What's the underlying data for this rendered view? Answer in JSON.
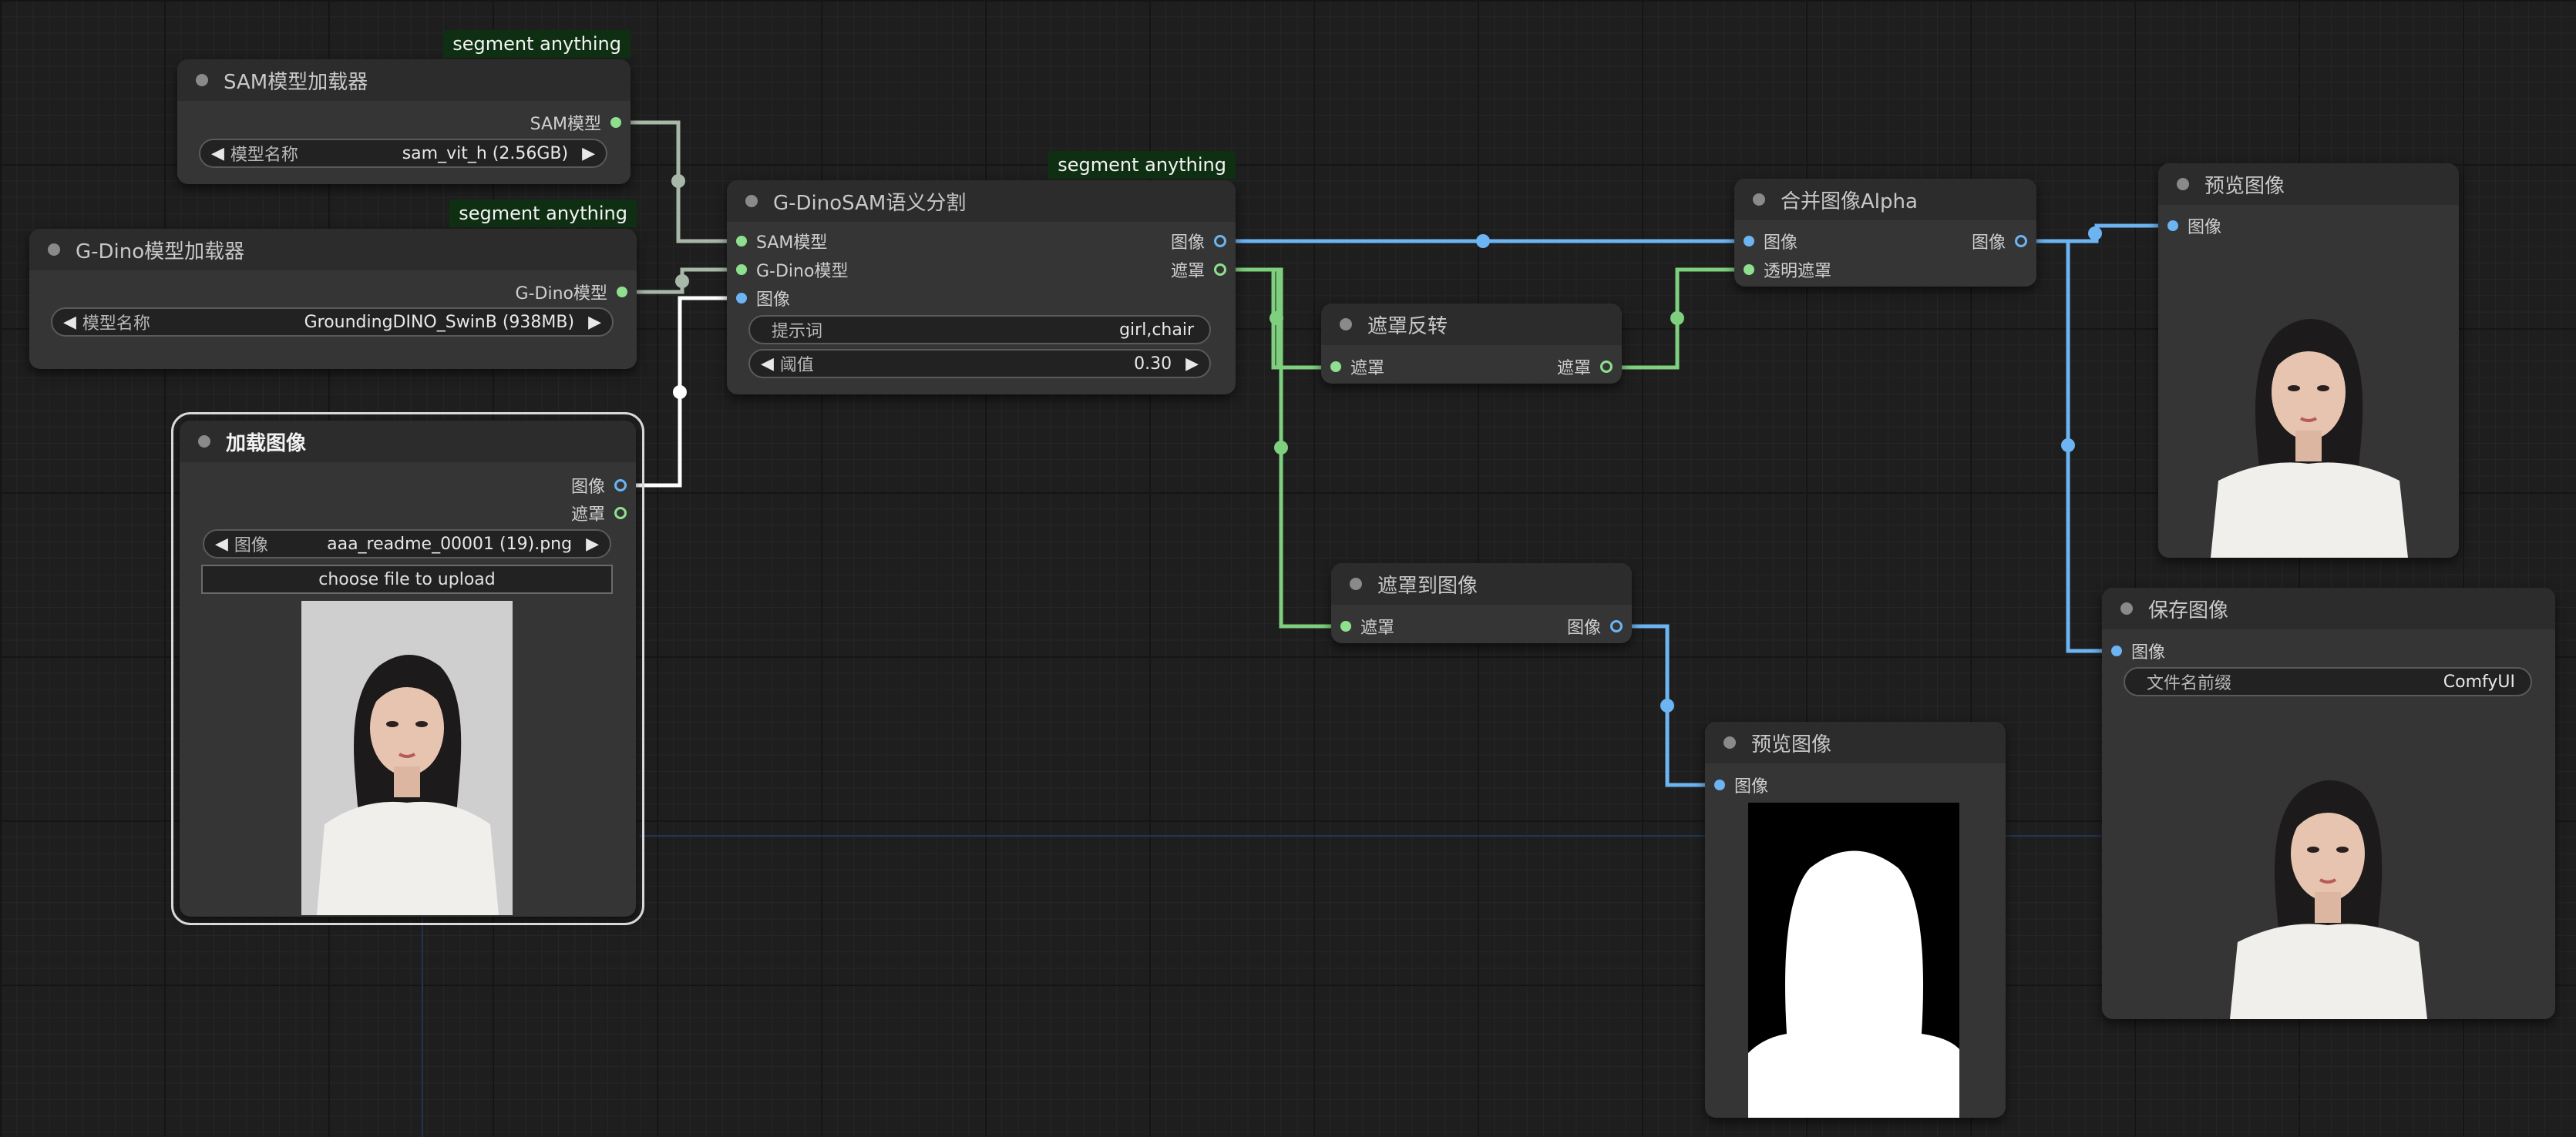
{
  "colors": {
    "background": "#1e1e1e",
    "node": "#353535",
    "node_title_bar": "#2c2c2c",
    "group_badge": "#0f2f12",
    "link_sam": "#a8b8a8",
    "link_image": "#6cb4f2",
    "link_mask": "#7ecf7e",
    "link_load": "#ffffff"
  },
  "nodes": {
    "sam_loader": {
      "title": "SAM模型加载器",
      "badge": "segment anything",
      "outputs": [
        "SAM模型"
      ],
      "widget": {
        "label": "模型名称",
        "value": "sam_vit_h (2.56GB)"
      }
    },
    "gdino_loader": {
      "title": "G-Dino模型加载器",
      "badge": "segment anything",
      "outputs": [
        "G-Dino模型"
      ],
      "widget": {
        "label": "模型名称",
        "value": "GroundingDINO_SwinB (938MB)"
      }
    },
    "load_image": {
      "title": "加载图像",
      "outputs": [
        "图像",
        "遮罩"
      ],
      "widget": {
        "label": "图像",
        "value": "aaa_readme_00001 (19).png"
      },
      "upload_label": "choose file to upload"
    },
    "gdino_sam": {
      "title": "G-DinoSAM语义分割",
      "badge": "segment anything",
      "inputs": [
        "SAM模型",
        "G-Dino模型",
        "图像"
      ],
      "outputs": [
        "图像",
        "遮罩"
      ],
      "prompt": {
        "label": "提示词",
        "value": "girl,chair"
      },
      "threshold": {
        "label": "阈值",
        "value": "0.30"
      }
    },
    "invert_mask": {
      "title": "遮罩反转",
      "inputs": [
        "遮罩"
      ],
      "outputs": [
        "遮罩"
      ]
    },
    "mask_to_image": {
      "title": "遮罩到图像",
      "inputs": [
        "遮罩"
      ],
      "outputs": [
        "图像"
      ]
    },
    "join_alpha": {
      "title": "合并图像Alpha",
      "inputs": [
        "图像",
        "透明遮罩"
      ],
      "outputs": [
        "图像"
      ]
    },
    "preview_top": {
      "title": "预览图像",
      "inputs": [
        "图像"
      ]
    },
    "save_image": {
      "title": "保存图像",
      "inputs": [
        "图像"
      ],
      "widget": {
        "label": "文件名前缀",
        "value": "ComfyUI"
      }
    },
    "preview_bottom": {
      "title": "预览图像",
      "inputs": [
        "图像"
      ]
    }
  }
}
